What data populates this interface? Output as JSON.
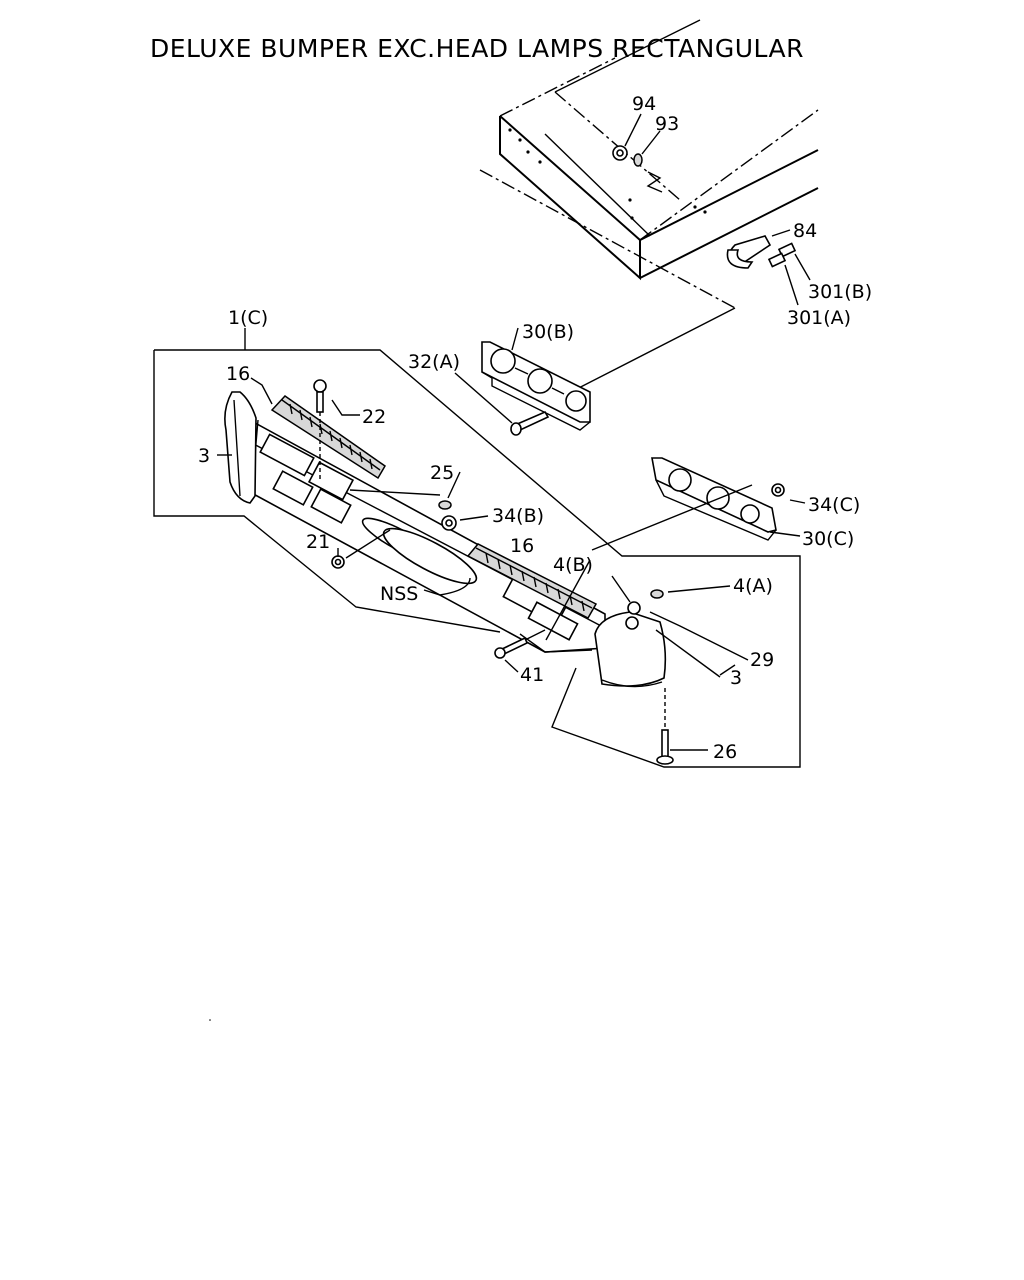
{
  "title": "DELUXE BUMPER EXC.HEAD LAMPS RECTANGULAR",
  "callouts": [
    {
      "id": "c94",
      "text": "94"
    },
    {
      "id": "c93",
      "text": "93"
    },
    {
      "id": "c84",
      "text": "84"
    },
    {
      "id": "c301b",
      "text": "301(B)"
    },
    {
      "id": "c301a",
      "text": "301(A)"
    },
    {
      "id": "c1c",
      "text": "1(C)"
    },
    {
      "id": "c30b",
      "text": "30(B)"
    },
    {
      "id": "c32a",
      "text": "32(A)"
    },
    {
      "id": "c16a",
      "text": "16"
    },
    {
      "id": "c22",
      "text": "22"
    },
    {
      "id": "c3a",
      "text": "3"
    },
    {
      "id": "c25",
      "text": "25"
    },
    {
      "id": "c34b",
      "text": "34(B)"
    },
    {
      "id": "c34c",
      "text": "34(C)"
    },
    {
      "id": "c30c",
      "text": "30(C)"
    },
    {
      "id": "c21",
      "text": "21"
    },
    {
      "id": "c16b",
      "text": "16"
    },
    {
      "id": "c4b",
      "text": "4(B)"
    },
    {
      "id": "c4a",
      "text": "4(A)"
    },
    {
      "id": "cnss",
      "text": "NSS"
    },
    {
      "id": "c29",
      "text": "29"
    },
    {
      "id": "c41",
      "text": "41"
    },
    {
      "id": "c3b",
      "text": "3"
    },
    {
      "id": "c26",
      "text": "26"
    }
  ]
}
